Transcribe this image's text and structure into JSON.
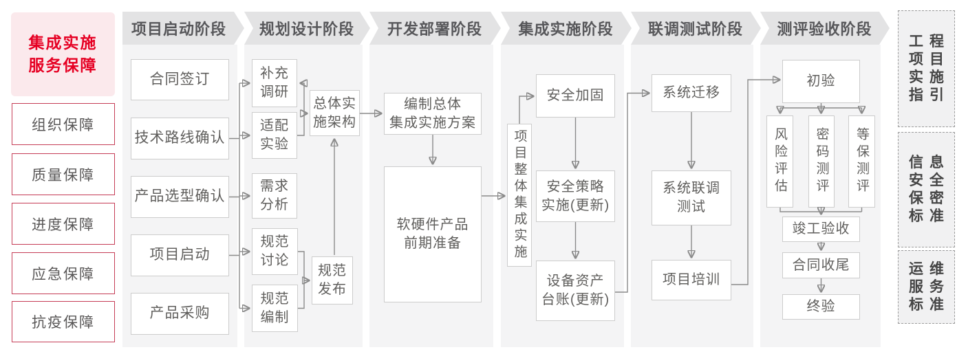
{
  "palette": {
    "accent_red": "#e60023",
    "pink_bg": "#fbe9ec",
    "red_border": "#c53b55",
    "header_bg": "#e3e3e4",
    "panel_bg": "#f4f4f5",
    "box_border": "#cccccc",
    "text_gray": "#595757",
    "line_gray": "#8a8a8a"
  },
  "sidebar": {
    "title": {
      "line1": "集成实施",
      "line2": "服务保障"
    },
    "items": [
      {
        "label": "组织保障"
      },
      {
        "label": "质量保障"
      },
      {
        "label": "进度保障"
      },
      {
        "label": "应急保障"
      },
      {
        "label": "抗疫保障"
      }
    ]
  },
  "stages": [
    {
      "header": "项目启动阶段",
      "boxes": [
        "合同签订",
        "技术路线确认",
        "产品选型确认",
        "项目启动",
        "产品采购"
      ]
    },
    {
      "header": "规划设计阶段",
      "boxes": [
        "补充\n调研",
        "适配\n实验",
        "需求\n分析",
        "规范\n讨论",
        "规范\n编制",
        "总体实\n施架构",
        "规范\n发布"
      ]
    },
    {
      "header": "开发部署阶段",
      "boxes": [
        "编制总体\n集成实施方案",
        "软硬件产品\n前期准备"
      ]
    },
    {
      "header": "集成实施阶段",
      "boxes": [
        "项目整体集成实施",
        "安全加固",
        "安全策略\n实施(更新)",
        "设备资产\n台账(更新)"
      ]
    },
    {
      "header": "联调测试阶段",
      "boxes": [
        "系统迁移",
        "系统联调\n测试",
        "项目培训"
      ]
    },
    {
      "header": "测评验收阶段",
      "boxes": [
        "初验",
        "风险评估",
        "密码测评",
        "等保测评",
        "竣工验收",
        "合同收尾",
        "终验"
      ]
    }
  ],
  "references": [
    {
      "words": [
        "工程",
        "项目",
        "实施",
        "指引"
      ]
    },
    {
      "words": [
        "信息",
        "安全",
        "保密",
        "标准"
      ]
    },
    {
      "words": [
        "运维",
        "服务",
        "标准"
      ]
    }
  ]
}
